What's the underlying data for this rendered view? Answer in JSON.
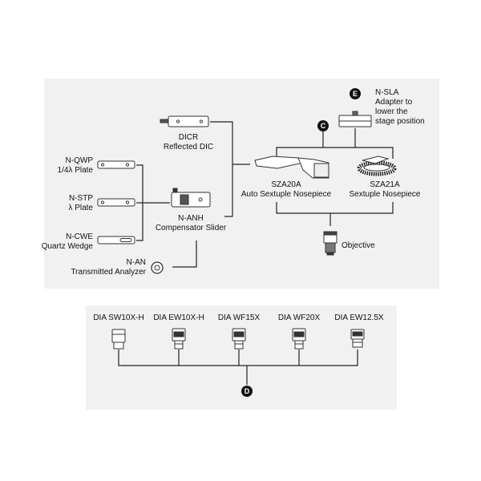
{
  "upper": {
    "n_qwp": {
      "code": "N-QWP",
      "desc": "1/4λ Plate"
    },
    "n_stp": {
      "code": "N-STP",
      "desc": "λ Plate"
    },
    "n_cwe": {
      "code": "N-CWE",
      "desc": "Quartz Wedge"
    },
    "n_an": {
      "code": "N-AN",
      "desc": "Transmitted Analyzer"
    },
    "dicr": {
      "code": "DICR",
      "desc": "Reflected DIC"
    },
    "n_anh": {
      "code": "N-ANH",
      "desc": "Compensator Slider"
    },
    "sza20a": {
      "code": "SZA20A",
      "desc": "Auto Sextuple Nosepiece"
    },
    "sza21a": {
      "code": "SZA21A",
      "desc": "Sextuple Nosepiece"
    },
    "n_sla": {
      "code": "N-SLA",
      "desc_lines": [
        "Adapter to",
        "lower the",
        "stage position"
      ]
    },
    "objective": "Objective",
    "badge_c": "C",
    "badge_e": "E"
  },
  "eyepieces": {
    "items": [
      "DIA SW10X-H",
      "DIA EW10X-H",
      "DIA WF15X",
      "DIA WF20X",
      "DIA EW12.5X"
    ],
    "badge_d": "D"
  }
}
